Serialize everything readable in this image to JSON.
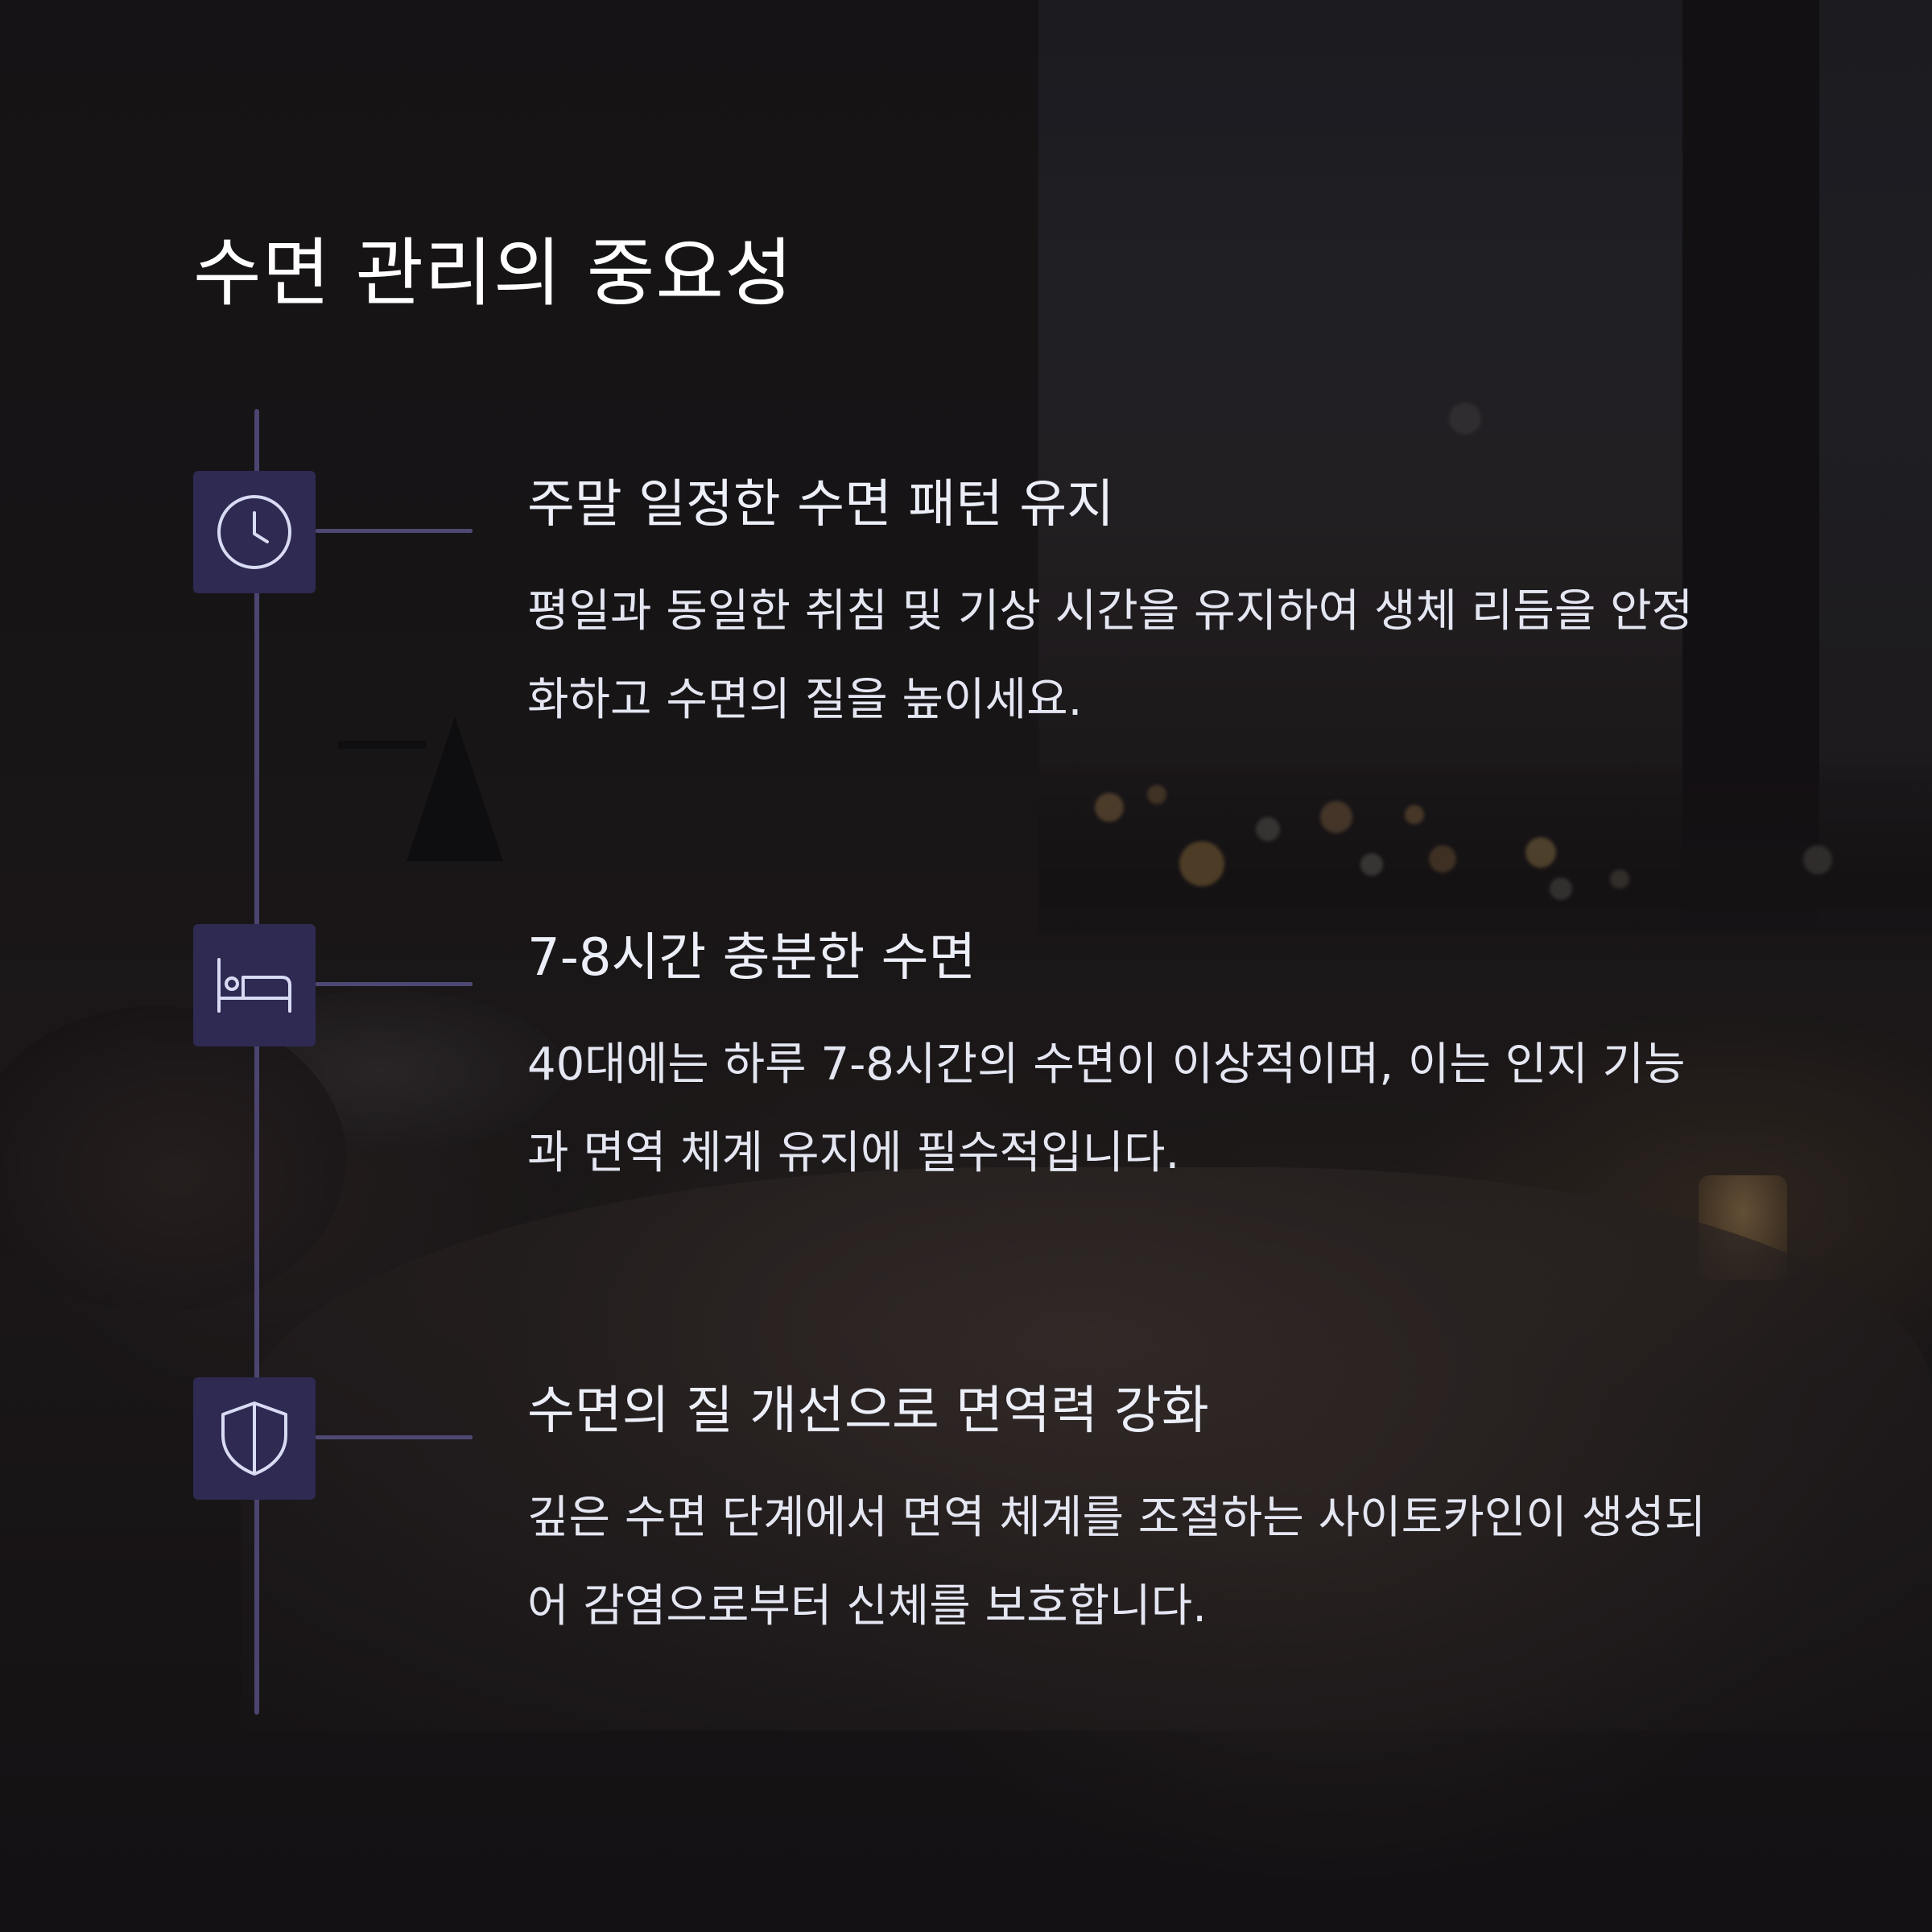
{
  "title": "수면 관리의 중요성",
  "items": [
    {
      "icon": "clock-icon",
      "title": "주말 일정한 수면 패턴 유지",
      "description": "평일과 동일한 취침 및 기상 시간을 유지하여 생체 리듬을 안정화하고 수면의 질을 높이세요."
    },
    {
      "icon": "bed-icon",
      "title": "7-8시간 충분한 수면",
      "description": "40대에는 하루 7-8시간의 수면이 이상적이며, 이는 인지 기능과 면역 체계 유지에 필수적입니다."
    },
    {
      "icon": "shield-icon",
      "title": "수면의 질 개선으로 면역력 강화",
      "description": "깊은 수면 단계에서 면역 체계를 조절하는 사이토카인이 생성되어 감염으로부터 신체를 보호합니다."
    }
  ],
  "colors": {
    "accent": "#2e2a52",
    "timeline": "#4b4570",
    "icon_stroke": "#d9dbf4",
    "text": "#eceef8"
  }
}
